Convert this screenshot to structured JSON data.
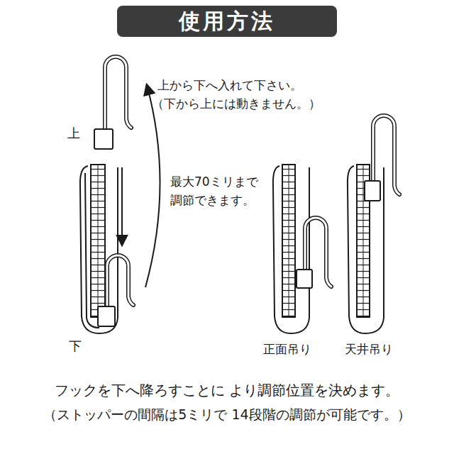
{
  "diagram": {
    "title": "使用方法",
    "labels": [
      "上から下へ入れて下さい。",
      "（下から上には動きません。）",
      "上",
      "最大70ミリまで",
      "調節できます。",
      "下",
      "正面吊り",
      "天井吊り",
      "フックを下へ降ろすことに より調節位置を決めます。",
      "（ストッパーの間隔は5ミリで 14段階の調節が可能です。）"
    ]
  }
}
